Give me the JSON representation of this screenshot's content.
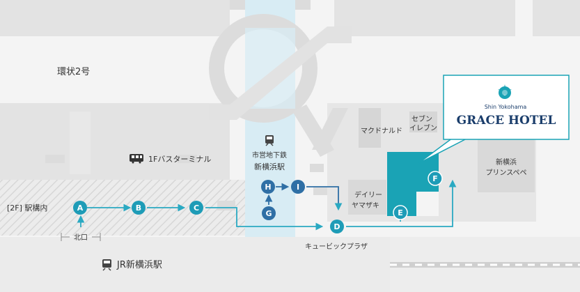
{
  "labels": {
    "ring_road": "環状2号",
    "bus_terminal": "1Fバスターミナル",
    "station_concourse": "[2F] 駅構内",
    "north_exit": "北口",
    "subway_line": "市営地下鉄",
    "subway_station": "新横浜駅",
    "mcdonalds": "マクドナルド",
    "seven_eleven_1": "セブン",
    "seven_eleven_2": "イレブン",
    "daily_1": "デイリー",
    "daily_2": "ヤマザキ",
    "prince_1": "新横浜",
    "prince_2": "プリンスペペ",
    "cubic_plaza": "キュービックプラザ",
    "jr_station": "JR新横浜駅"
  },
  "logo": {
    "top": "Shin Yokohama",
    "name": "GRACE HOTEL"
  },
  "markers": {
    "a": "A",
    "b": "B",
    "c": "C",
    "d": "D",
    "e": "E",
    "f": "F",
    "g": "G",
    "h": "H",
    "i": "I"
  },
  "colors": {
    "route": "#2aa9c2",
    "hotel": "#1aa3b5",
    "subway_marker": "#2f6fa5",
    "route_marker": "#1e9cb7",
    "water": "#d8ecf4"
  }
}
